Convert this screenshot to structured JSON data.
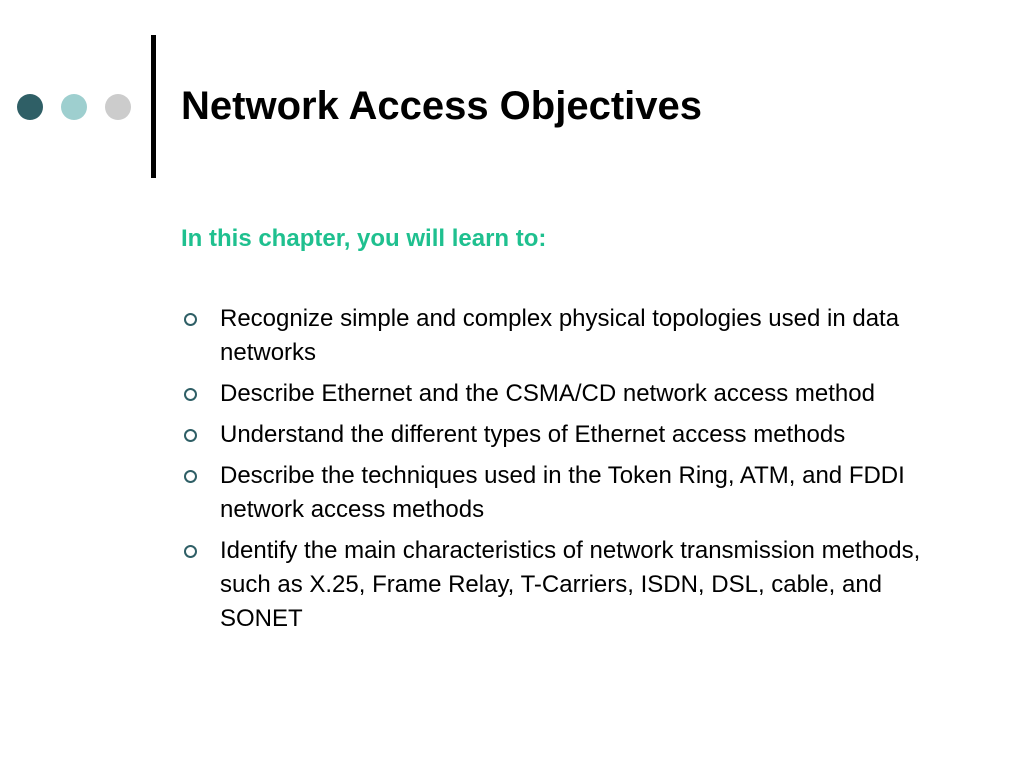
{
  "slide": {
    "title": "Network Access Objectives",
    "subtitle": "In this chapter, you will learn to:",
    "bullets": [
      "Recognize simple and complex physical topologies used in data networks",
      "Describe Ethernet and the CSMA/CD network access method",
      "Understand the different types of Ethernet access methods",
      "Describe the techniques used in the Token Ring, ATM, and FDDI network access methods",
      "Identify the main characteristics of network transmission methods, such as X.25, Frame Relay, T-Carriers, ISDN, DSL, cable, and SONET"
    ]
  },
  "icons": {
    "decorative_dots": "three-dots-icon",
    "bullet": "hollow-circle-bullet-icon"
  },
  "colors": {
    "subtitle": "#1fc08f",
    "bullet_ring": "#2f5f66",
    "dot_dark": "#2f5f66",
    "dot_light": "#9ecfcf",
    "dot_grey": "#cccccc",
    "divider": "#000000"
  }
}
